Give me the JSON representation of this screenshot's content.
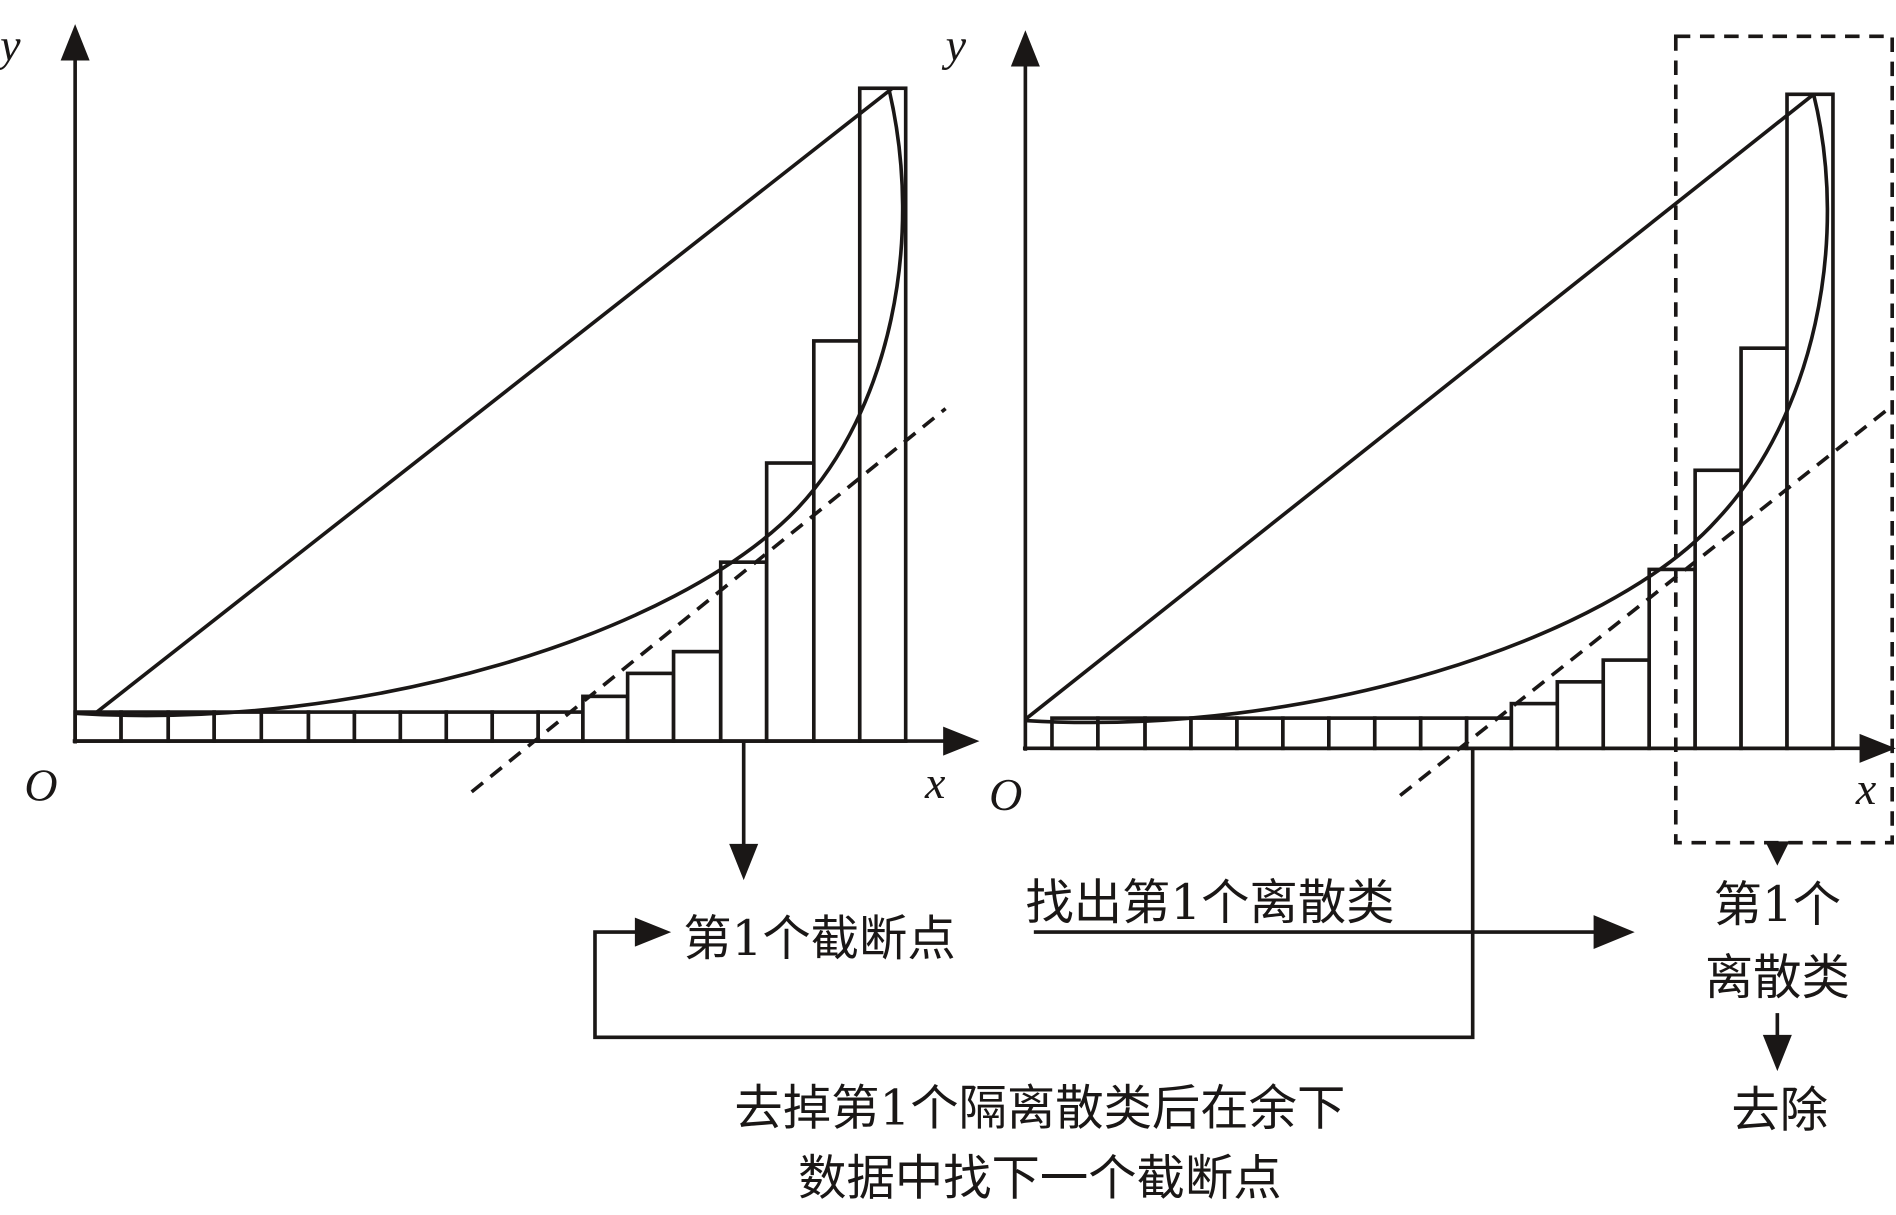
{
  "left_chart": {
    "y_label": "y",
    "x_label": "x",
    "origin_label": "O"
  },
  "right_chart": {
    "y_label": "y",
    "x_label": "x",
    "origin_label": "O"
  },
  "labels": {
    "breakpoint": "第1个截断点",
    "find_class": "找出第1个离散类",
    "class_line1": "第1个",
    "class_line2": "离散类",
    "remove": "去除",
    "loop_line1": "去掉第1个隔离散类后在余下",
    "loop_line2": "数据中找下一个截断点"
  }
}
